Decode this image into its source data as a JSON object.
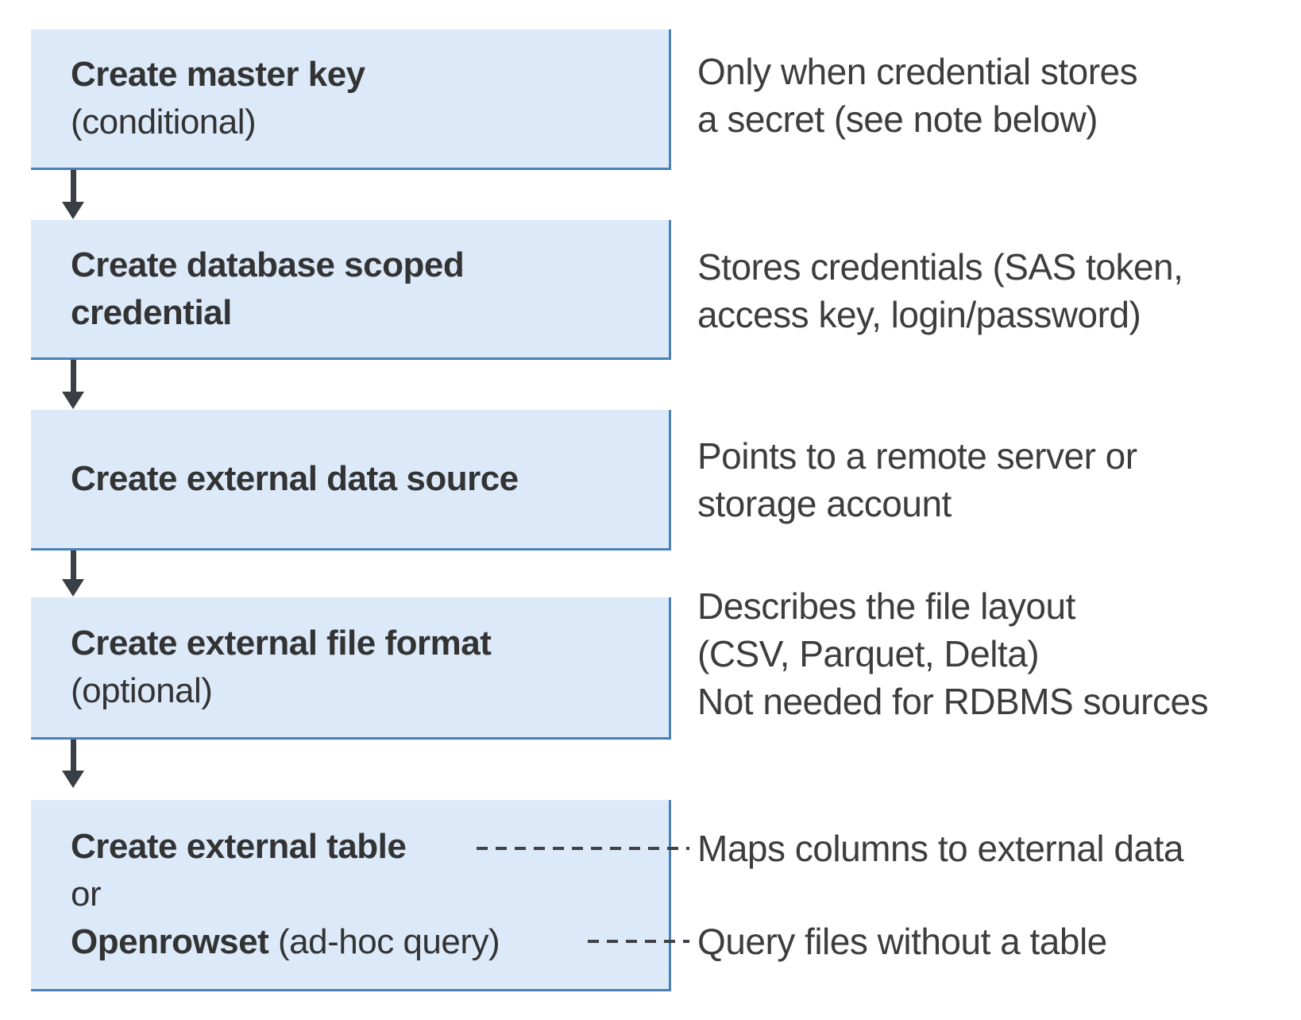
{
  "colors": {
    "box_fill": "#dce9f9",
    "box_border": "#4a80b4",
    "arrow": "#3a3e45",
    "dash": "#3f4247",
    "box_text": "#333333",
    "note_text": "#3d3d3d"
  },
  "steps": [
    {
      "title": "Create master key",
      "note": "(conditional)"
    },
    {
      "title_line1": "Create database scoped",
      "title_line2": "credential"
    },
    {
      "title": "Create external data source"
    },
    {
      "title": "Create external file format",
      "note": "(optional)"
    },
    {
      "option1": "Create external table",
      "conjunction": "or",
      "option2_bold": "Openrowset",
      "option2_rest": " (ad-hoc query)"
    }
  ],
  "annotations": [
    {
      "lines": [
        "Only when credential stores",
        "a secret (see note below)"
      ]
    },
    {
      "lines": [
        "Stores credentials (SAS token,",
        "access key, login/password)"
      ]
    },
    {
      "lines": [
        "Points to a remote server or",
        "storage account"
      ]
    },
    {
      "lines": [
        "Describes the file layout",
        "(CSV, Parquet, Delta)",
        "Not needed for RDBMS sources"
      ]
    },
    {
      "lines": [
        "Maps columns to external data"
      ]
    },
    {
      "lines": [
        "Query files without a table"
      ]
    }
  ]
}
